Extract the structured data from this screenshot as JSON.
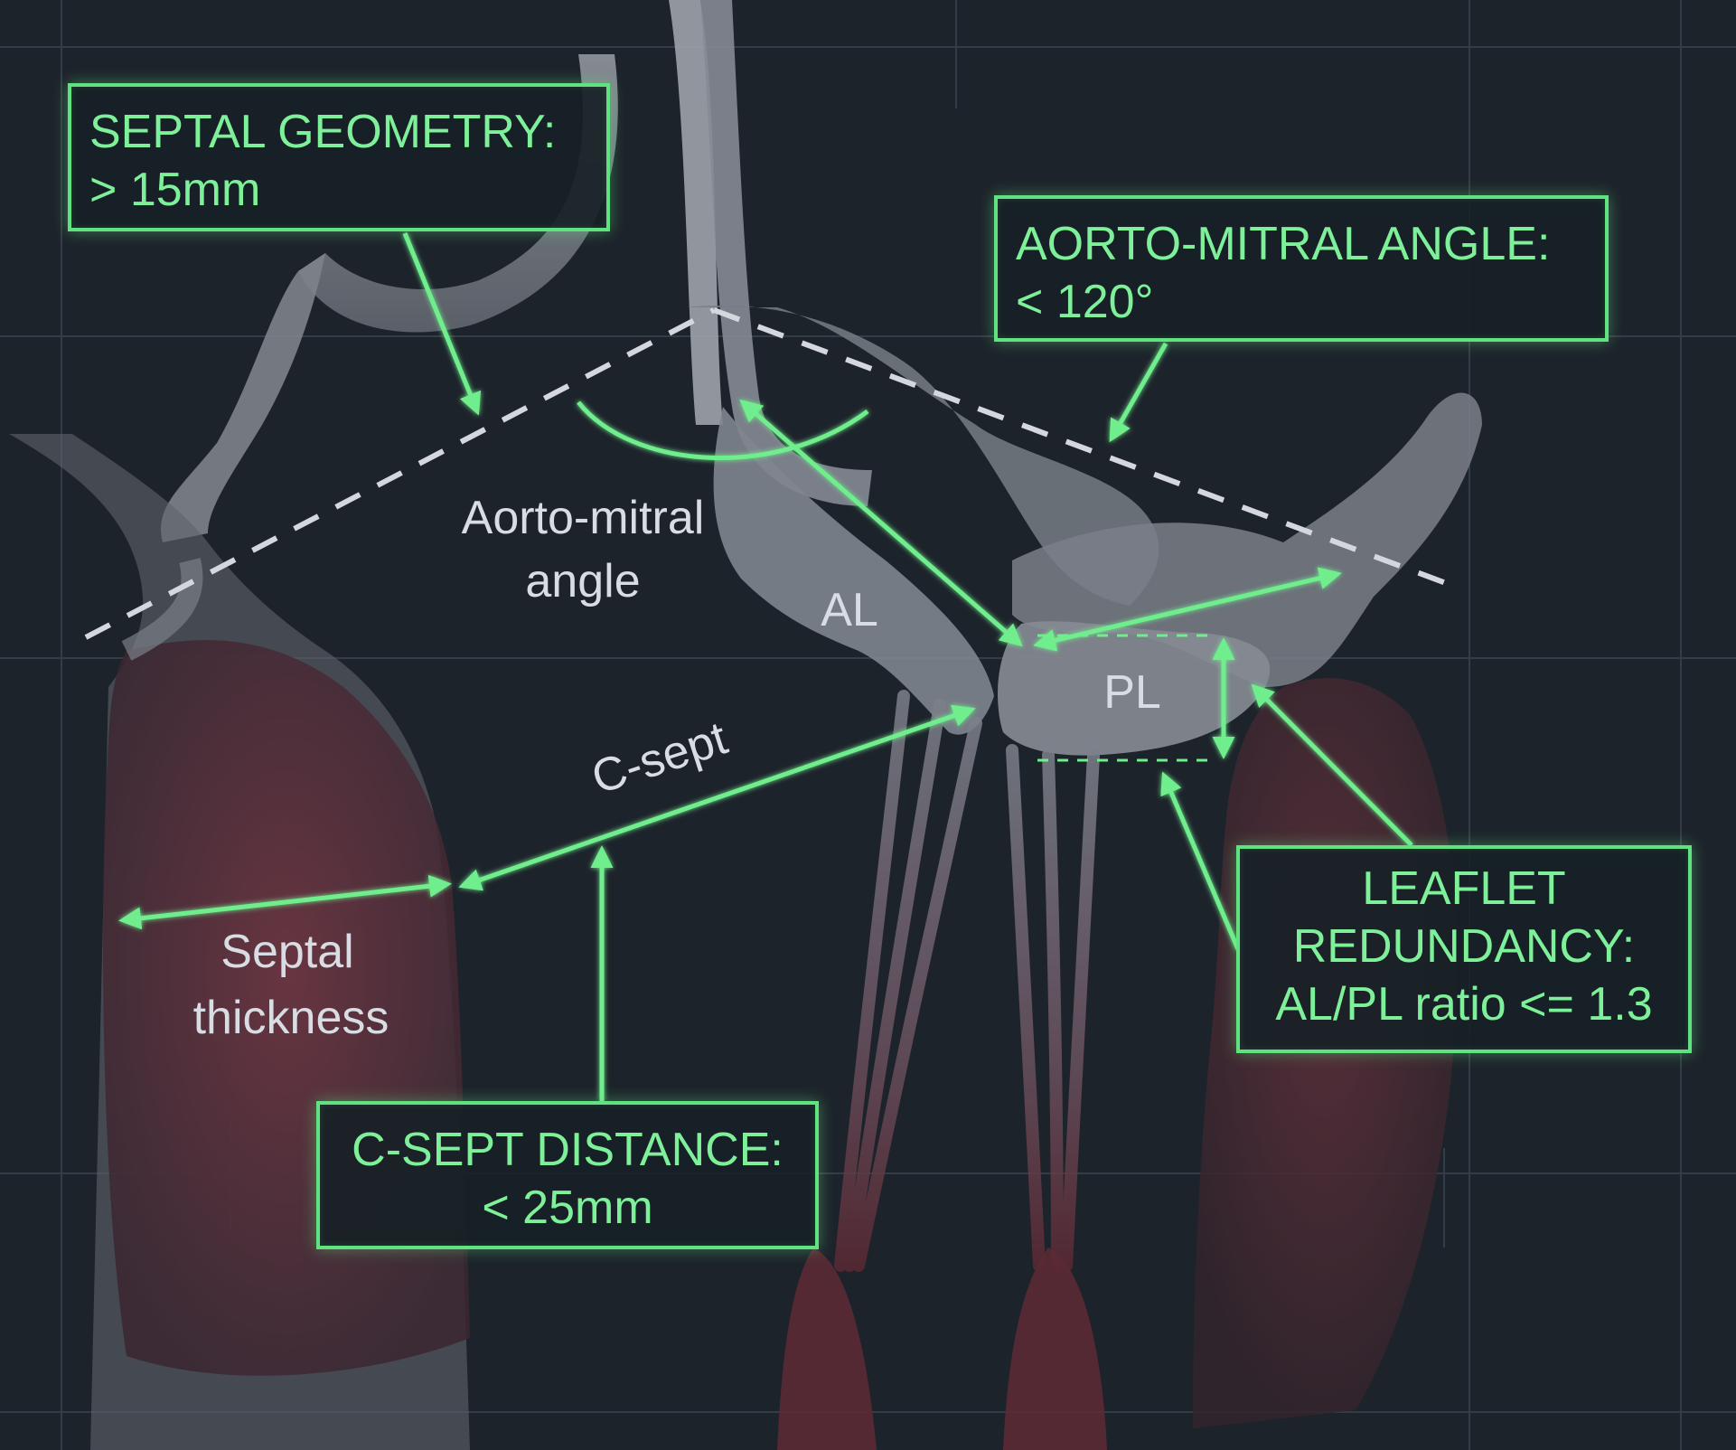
{
  "labels": {
    "aorto_mitral": "Aorto-mitral",
    "angle": "angle",
    "al": "AL",
    "pl": "PL",
    "c_sept": "C-sept",
    "septal": "Septal",
    "thickness": "thickness"
  },
  "callouts": {
    "septal_geometry": {
      "title": "SEPTAL GEOMETRY:",
      "value": "> 15mm"
    },
    "aorto_mitral_angle": {
      "title": "AORTO-MITRAL ANGLE:",
      "value": "< 120°"
    },
    "leaflet_redundancy": {
      "line1": "LEAFLET",
      "line2": "REDUNDANCY:",
      "line3": "AL/PL ratio <= 1.3"
    },
    "c_sept_distance": {
      "title": "C-SEPT DISTANCE:",
      "value": "< 25mm"
    }
  },
  "colors": {
    "background": "#1d232b",
    "accent_green": "#5fe27f",
    "tissue_gray": "#8d939b",
    "muscle_red": "#5a2e38"
  }
}
